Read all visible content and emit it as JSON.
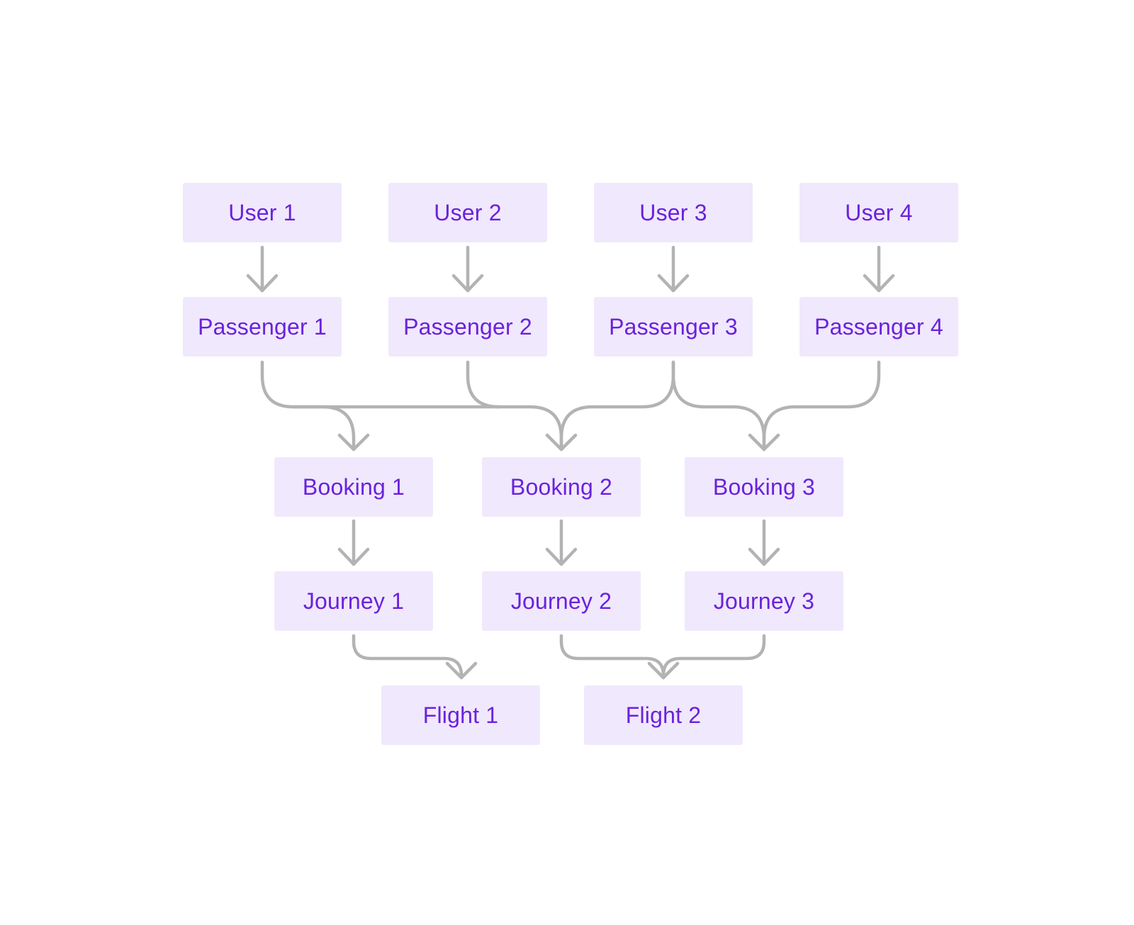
{
  "colors": {
    "node_fill": "#f0e8fc",
    "node_text": "#6a22dd",
    "connector": "#b3b3b3"
  },
  "nodes": {
    "user1": "User 1",
    "user2": "User 2",
    "user3": "User 3",
    "user4": "User 4",
    "passenger1": "Passenger 1",
    "passenger2": "Passenger 2",
    "passenger3": "Passenger 3",
    "passenger4": "Passenger 4",
    "booking1": "Booking 1",
    "booking2": "Booking 2",
    "booking3": "Booking 3",
    "journey1": "Journey 1",
    "journey2": "Journey 2",
    "journey3": "Journey 3",
    "flight1": "Flight 1",
    "flight2": "Flight 2"
  },
  "edges": [
    {
      "from": "user1",
      "to": "passenger1"
    },
    {
      "from": "user2",
      "to": "passenger2"
    },
    {
      "from": "user3",
      "to": "passenger3"
    },
    {
      "from": "user4",
      "to": "passenger4"
    },
    {
      "from": "passenger1",
      "to": "booking1"
    },
    {
      "from": "passenger1",
      "to": "booking2"
    },
    {
      "from": "passenger2",
      "to": "booking2"
    },
    {
      "from": "passenger3",
      "to": "booking2"
    },
    {
      "from": "passenger3",
      "to": "booking3"
    },
    {
      "from": "passenger4",
      "to": "booking3"
    },
    {
      "from": "booking1",
      "to": "journey1"
    },
    {
      "from": "booking2",
      "to": "journey2"
    },
    {
      "from": "booking3",
      "to": "journey3"
    },
    {
      "from": "journey1",
      "to": "flight1"
    },
    {
      "from": "journey2",
      "to": "flight2"
    },
    {
      "from": "journey3",
      "to": "flight2"
    }
  ]
}
